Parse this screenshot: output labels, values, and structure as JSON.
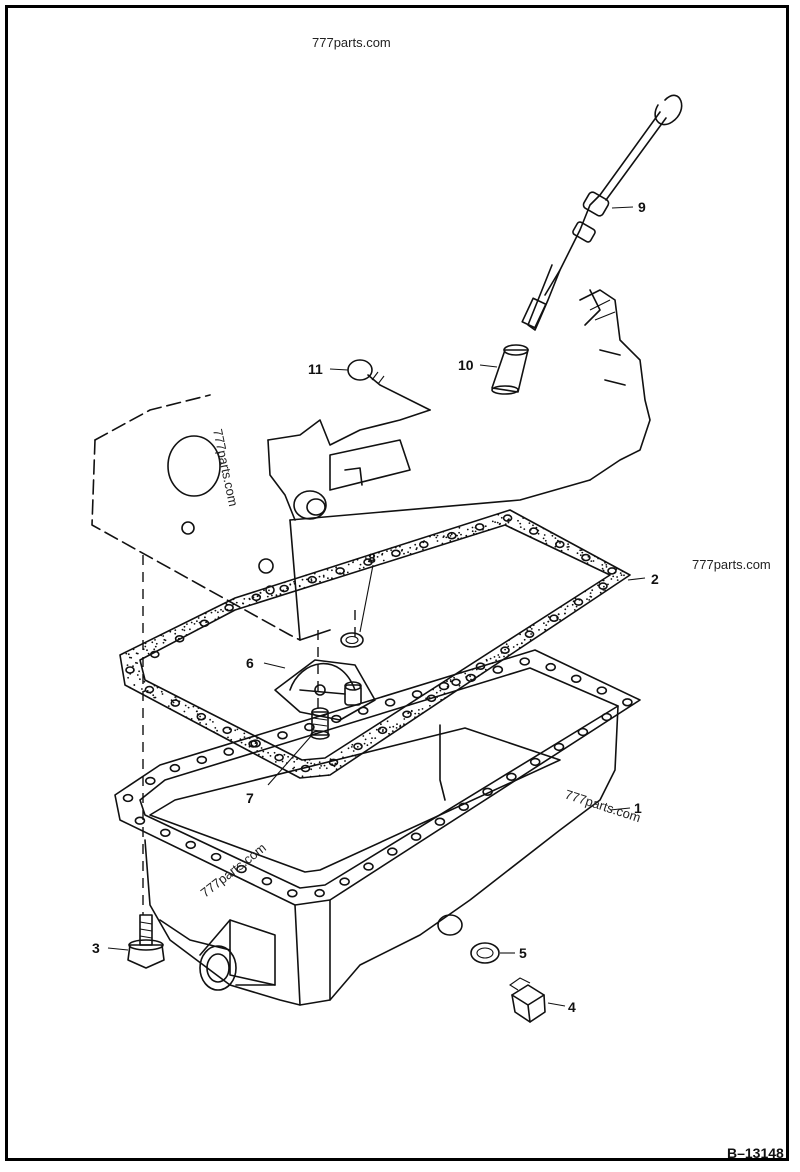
{
  "figure_id": "B–13148",
  "watermarks": [
    "777parts.com",
    "777parts.com",
    "777parts.com",
    "777parts.com",
    "777parts.com"
  ],
  "callouts": [
    {
      "id": "1",
      "label": "1"
    },
    {
      "id": "2",
      "label": "2"
    },
    {
      "id": "3",
      "label": "3"
    },
    {
      "id": "4",
      "label": "4"
    },
    {
      "id": "5",
      "label": "5"
    },
    {
      "id": "6",
      "label": "6"
    },
    {
      "id": "7",
      "label": "7"
    },
    {
      "id": "8",
      "label": "8"
    },
    {
      "id": "9",
      "label": "9"
    },
    {
      "id": "10",
      "label": "10"
    },
    {
      "id": "11",
      "label": "11"
    }
  ],
  "colors": {
    "ink": "#111111",
    "background": "#ffffff"
  }
}
